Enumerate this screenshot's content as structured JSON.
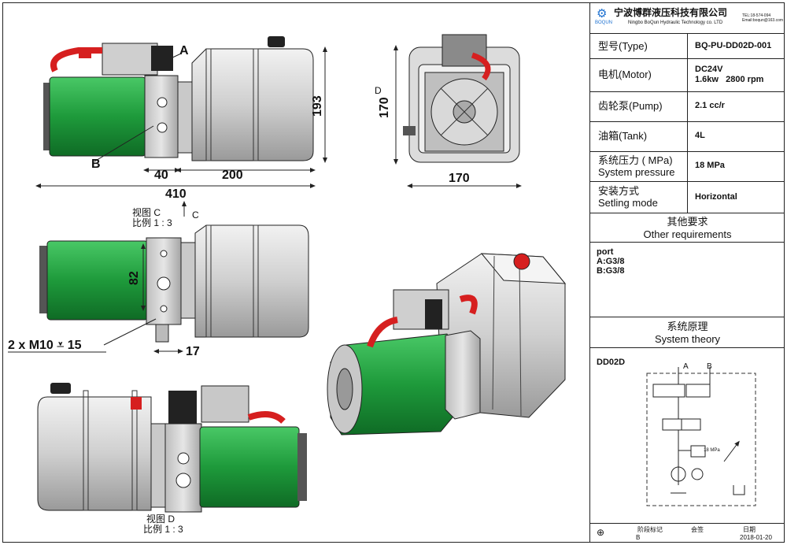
{
  "views": {
    "top": {
      "label_a": "A",
      "label_b": "B",
      "dim_height": "193",
      "dim_40": "40",
      "dim_200": "200",
      "dim_total": "410"
    },
    "end": {
      "label_d": "D",
      "dim_height": "170",
      "dim_width": "170"
    },
    "view_c": {
      "title": "视图 C",
      "scale": "比例 1 : 3",
      "arrow_label": "C",
      "dim_82": "82",
      "dim_17": "17",
      "thread_note": "2 x  M10 ⩡ 15"
    },
    "view_d": {
      "title": "视图 D",
      "scale": "比例 1 : 3"
    }
  },
  "company": {
    "name_cn": "宁波博群液压科技有限公司",
    "name_en": "Ningbo BoQun Hydraulic Technology co. LTD",
    "logo_text": "BOQUN",
    "contact": "TEL:18-574-094 Email:boqun@163.com"
  },
  "spec_rows": [
    {
      "label": "型号(Type)",
      "value": "BQ-PU-DD02D-001"
    },
    {
      "label": "电机(Motor)",
      "value": "DC24V\n1.6kw   2800 rpm"
    },
    {
      "label": "齿轮泵(Pump)",
      "value": "2.1 cc/r"
    },
    {
      "label": "油箱(Tank)",
      "value": "4L"
    },
    {
      "label": "系统压力 ( MPa)\nSystem pressure",
      "value": "18 MPa"
    },
    {
      "label": "安装方式\nSetling mode",
      "value": "Horizontal"
    }
  ],
  "other": {
    "title_cn": "其他要求",
    "title_en": "Other requirements",
    "lines": [
      "port",
      "A:G3/8",
      "B:G3/8"
    ]
  },
  "theory": {
    "title_cn": "系统原理",
    "title_en": "System theory",
    "model": "DD02D",
    "port_a": "A",
    "port_b": "B",
    "relief": "18 MPa"
  },
  "footer": {
    "stage": "阶段标记",
    "sign": "会签",
    "date_label": "日期",
    "stage_value": "B",
    "date": "2018-01-20"
  },
  "colors": {
    "motor_green": "#2bb24c",
    "valve_red": "#d61f1f",
    "steel": "#d8d8d8",
    "line": "#222222",
    "logo_blue": "#1a6fd0"
  }
}
